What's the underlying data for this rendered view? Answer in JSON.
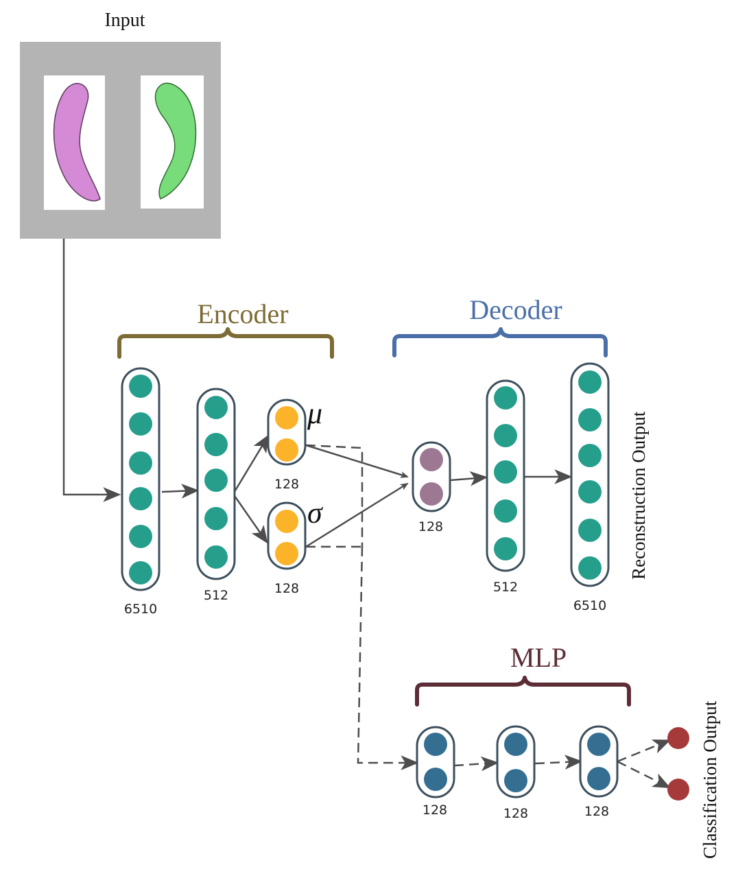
{
  "input": {
    "title": "Input"
  },
  "groups": {
    "encoder": {
      "label": "Encoder",
      "color": "#7d6b35"
    },
    "decoder": {
      "label": "Decoder",
      "color": "#4a6fa8"
    },
    "mlp": {
      "label": "MLP",
      "color": "#5c2d36"
    }
  },
  "outputs": {
    "reconstruction": "Reconstruction Output",
    "classification": "Classification Output"
  },
  "symbols": {
    "mu": "μ",
    "sigma": "σ"
  },
  "layers": {
    "enc_input": "6510",
    "enc_hidden": "512",
    "mu": "128",
    "sigma": "128",
    "latent": "128",
    "dec_hidden": "512",
    "dec_output": "6510",
    "mlp1": "128",
    "mlp2": "128",
    "mlp3": "128"
  },
  "colors": {
    "teal_node": "#269e8c",
    "orange_node": "#fbb32a",
    "mauve_node": "#9c7893",
    "steel_node": "#346f92",
    "red_node": "#a63a3a",
    "layer_border": "#3d4f5c",
    "arrow": "#4d4d4d",
    "input_panel": "#b4b4b4",
    "left_shape": "#d58ad5",
    "right_shape": "#78dc7a"
  }
}
